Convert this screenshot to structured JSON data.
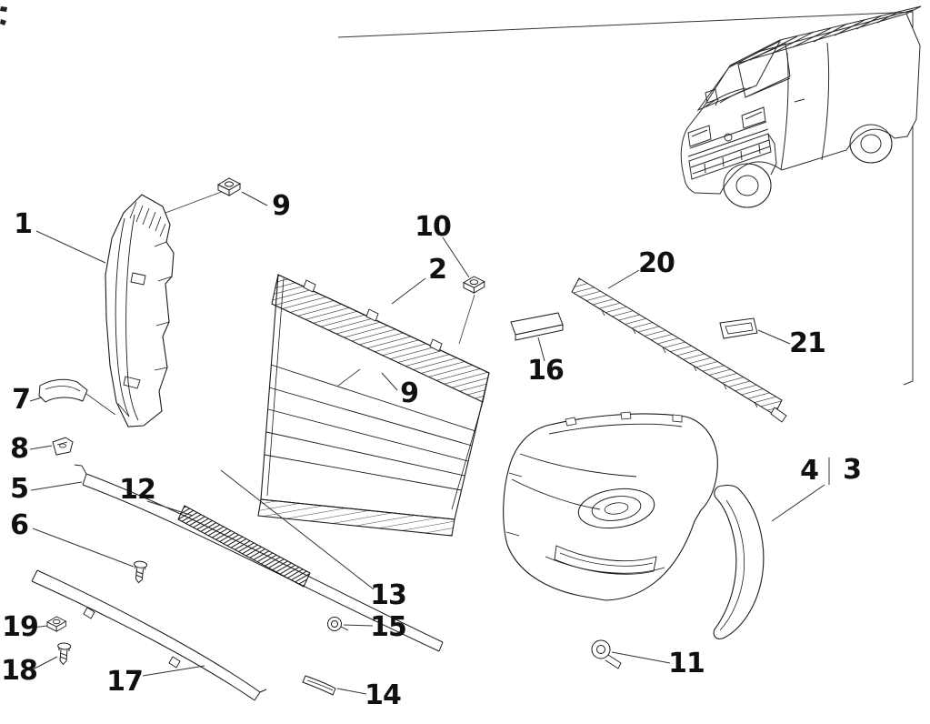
{
  "diagram": {
    "type": "exploded-parts-diagram",
    "subject": "front-bumper-assembly",
    "colors": {
      "line": "#1a1a1a",
      "background": "#ffffff"
    },
    "callouts": {
      "c1": "1",
      "c2": "2",
      "c3": "3",
      "c4": "4",
      "c5": "5",
      "c6": "6",
      "c7": "7",
      "c8": "8",
      "c9a": "9",
      "c9b": "9",
      "c10": "10",
      "c11": "11",
      "c12": "12",
      "c13": "13",
      "c14": "14",
      "c15": "15",
      "c16": "16",
      "c17": "17",
      "c18": "18",
      "c19": "19",
      "c20": "20",
      "c21": "21"
    }
  }
}
